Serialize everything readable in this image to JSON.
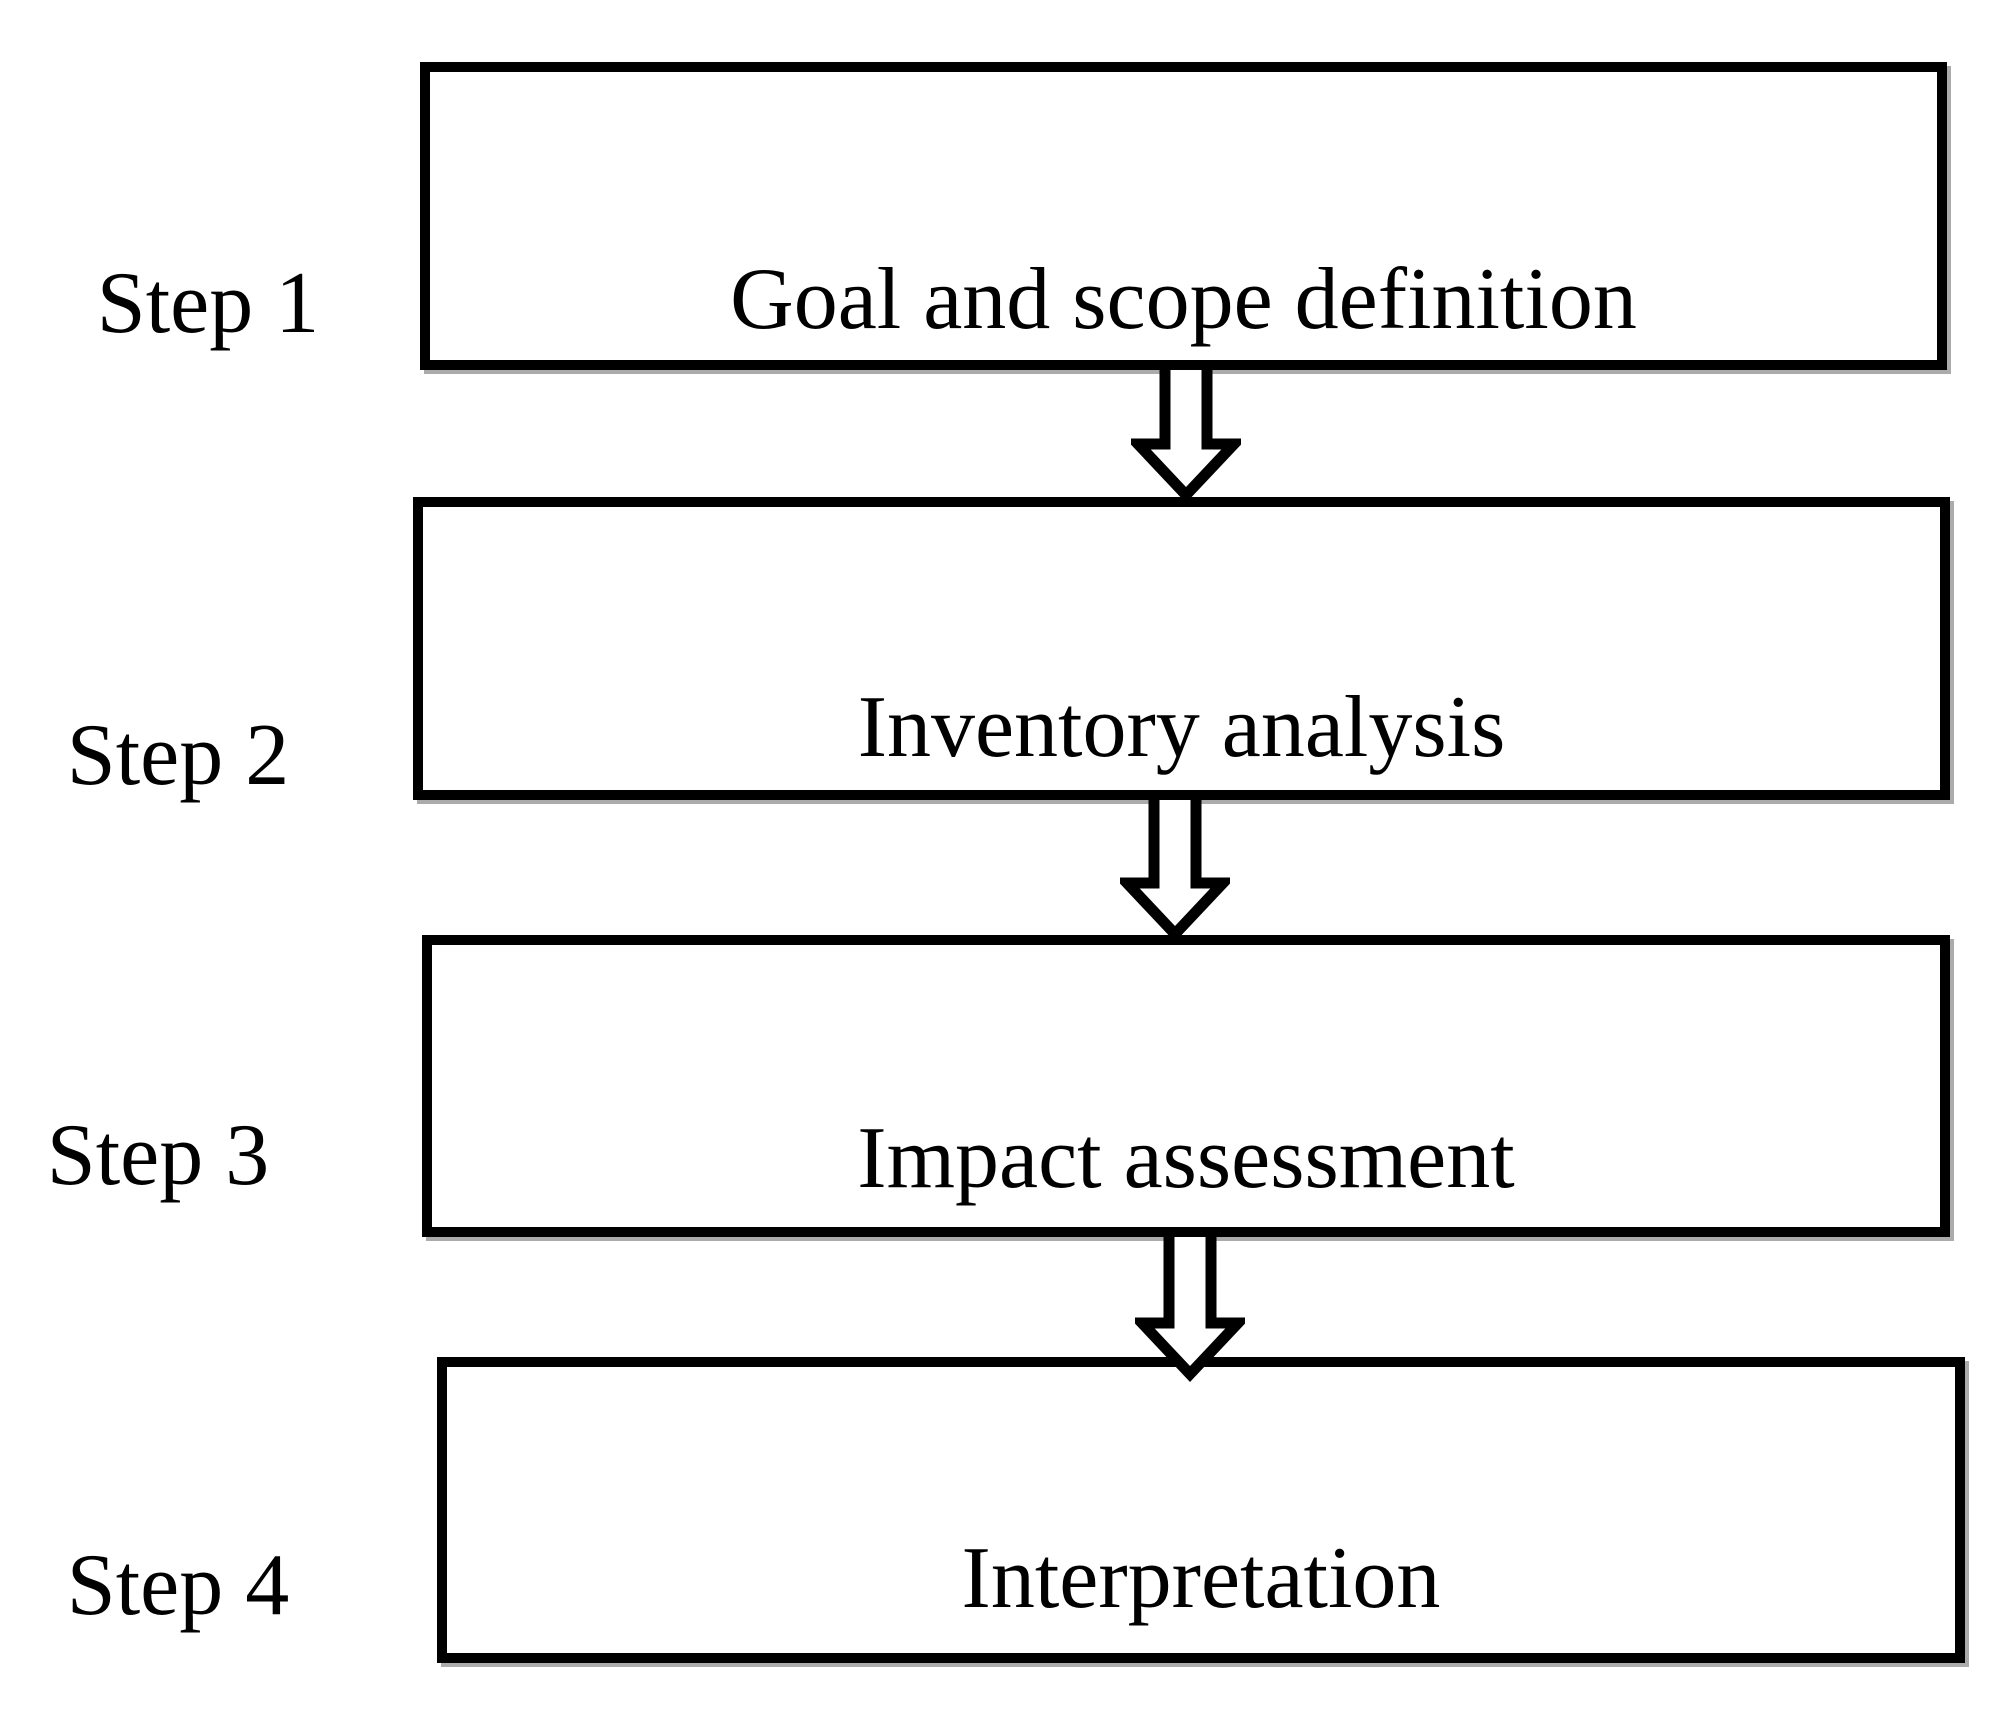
{
  "diagram": {
    "background_color": "#ffffff",
    "line_color": "#000000",
    "box_fill_color": "#ffffff",
    "shadow_color": "#ababab",
    "steps": [
      {
        "step_label": "Step 1",
        "box_text": "Goal and scope definition"
      },
      {
        "step_label": "Step 2",
        "box_text": "Inventory analysis"
      },
      {
        "step_label": "Step 3",
        "box_text": "Impact assessment"
      },
      {
        "step_label": "Step 4",
        "box_text": "Interpretation"
      }
    ]
  }
}
